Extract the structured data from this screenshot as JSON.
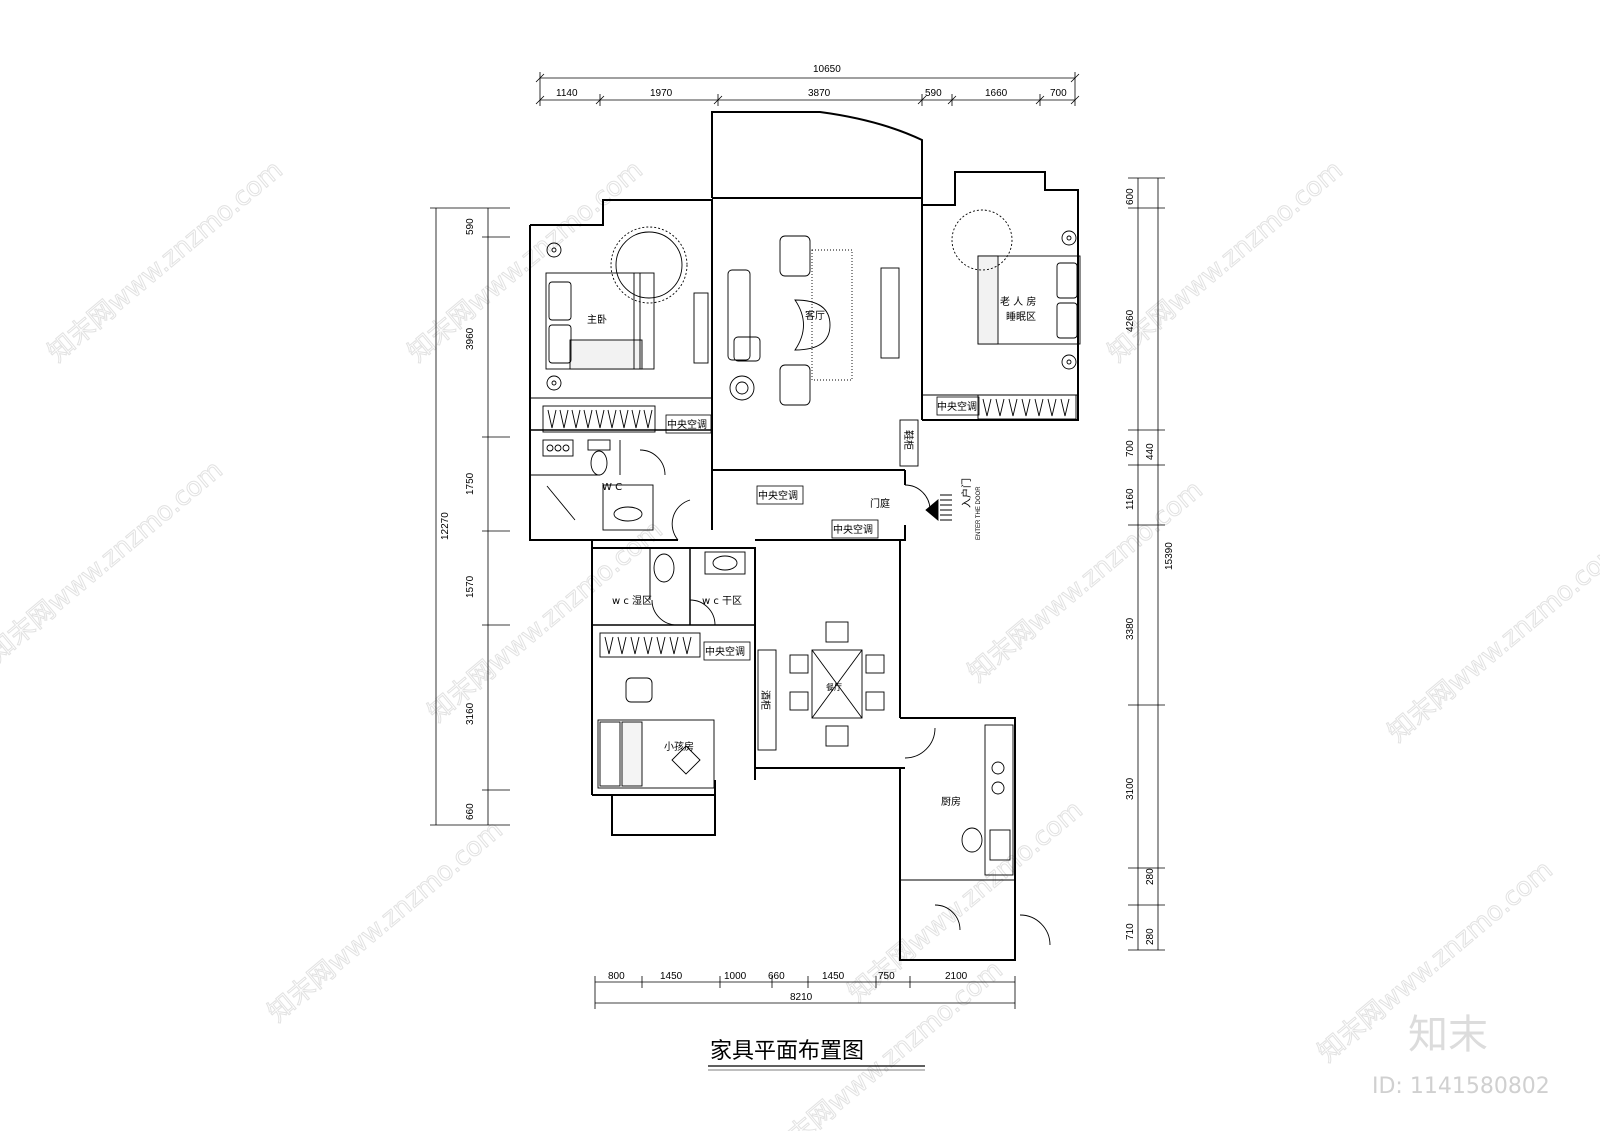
{
  "title": "家具平面布置图",
  "watermark": {
    "logo": "知末",
    "id": "ID: 1141580802",
    "diagonal": "知末网www.znzmo.com"
  },
  "dimensions": {
    "top_total": "10650",
    "top": [
      "1140",
      "1970",
      "3870",
      "590",
      "1660",
      "700"
    ],
    "bottom": [
      "800",
      "1450",
      "1000",
      "660",
      "1450",
      "750",
      "2100"
    ],
    "bottom_total": "8210",
    "left": [
      "590",
      "3960",
      "1750",
      "1570",
      "3160",
      "660"
    ],
    "left_total": "12270",
    "right": [
      "600",
      "4260",
      "700",
      "1160",
      "3380",
      "3100",
      "710"
    ],
    "right_inner": [
      "440",
      "280",
      "280"
    ],
    "right_total": "15390"
  },
  "rooms": {
    "master_bedroom": "主卧",
    "living_room": "客厅",
    "elder_room": "老 人 房",
    "sleep_area": "睡眠区",
    "wc": "W C",
    "entry_court": "门庭",
    "entry_door": "入户门",
    "enter_the_door": "ENTER THE DOOR",
    "wc_wet": "w c 湿区",
    "wc_dry": "w c 干区",
    "kids_room": "小孩房",
    "kitchen": "厨房",
    "shoe_cabinet": "鞋柜",
    "wine_cabinet": "酒柜",
    "dining": "餐厅"
  },
  "ac_labels": [
    "中央空调",
    "中央空调",
    "中央空调",
    "中央空调",
    "中央空调"
  ]
}
